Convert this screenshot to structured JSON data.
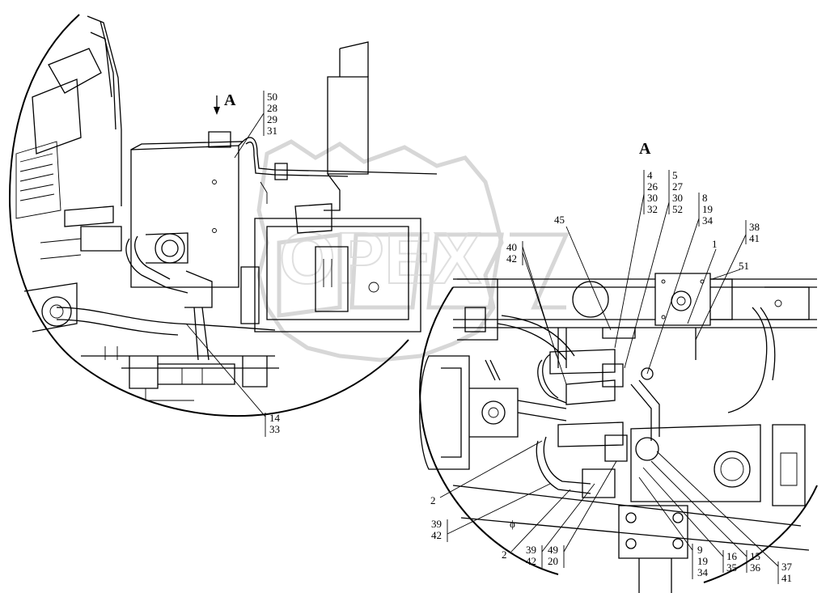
{
  "view_markers": {
    "main_view": "A",
    "detail_view": "A"
  },
  "watermark": "OPEX",
  "callouts": {
    "c_50_31": [
      "50",
      "28",
      "29",
      "31"
    ],
    "c_14_33": [
      "14",
      "33"
    ],
    "c_4_32": [
      "4",
      "26",
      "30",
      "32"
    ],
    "c_5_52": [
      "5",
      "27",
      "30",
      "52"
    ],
    "c_8_34": [
      "8",
      "19",
      "34"
    ],
    "c_38_41": [
      "38",
      "41"
    ],
    "c_1": [
      "1"
    ],
    "c_51": [
      "51"
    ],
    "c_45": [
      "45"
    ],
    "c_40_42": [
      "40",
      "42"
    ],
    "c_2_a": [
      "2"
    ],
    "c_39_42_a": [
      "39",
      "42"
    ],
    "c_2_b": [
      "2"
    ],
    "c_39_42_b": [
      "39",
      "42"
    ],
    "c_49_20": [
      "49",
      "20"
    ],
    "c_9_34": [
      "9",
      "19",
      "34"
    ],
    "c_16_35": [
      "16",
      "35"
    ],
    "c_15_36": [
      "15",
      "36"
    ],
    "c_37_41": [
      "37",
      "41"
    ]
  },
  "symbols": {
    "phi": "ϕ"
  }
}
